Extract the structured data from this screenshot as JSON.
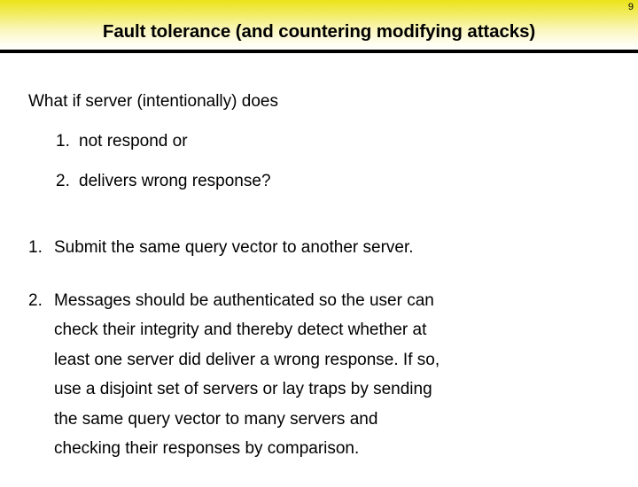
{
  "header": {
    "title": "Fault tolerance (and countering modifying attacks)",
    "page_number": "9",
    "gradient_top_color": "#ebe318",
    "gradient_bottom_color": "#ffffff",
    "rule_color": "#000000"
  },
  "body": {
    "lead": "What if server (intentionally) does",
    "sub_list": [
      {
        "marker": "1.",
        "text": "not respond or"
      },
      {
        "marker": "2.",
        "text": "delivers wrong response?"
      }
    ],
    "main_list": [
      {
        "marker": "1.",
        "lines": [
          "Submit the same query vector to another server."
        ]
      },
      {
        "marker": "2.",
        "lines": [
          "Messages should be authenticated so the user can",
          "check their integrity and thereby detect whether at",
          "least one server did deliver a wrong response. If so,",
          "use a disjoint set of servers or lay traps by sending",
          "the same query vector to many servers and",
          "checking their responses by comparison."
        ]
      }
    ]
  }
}
